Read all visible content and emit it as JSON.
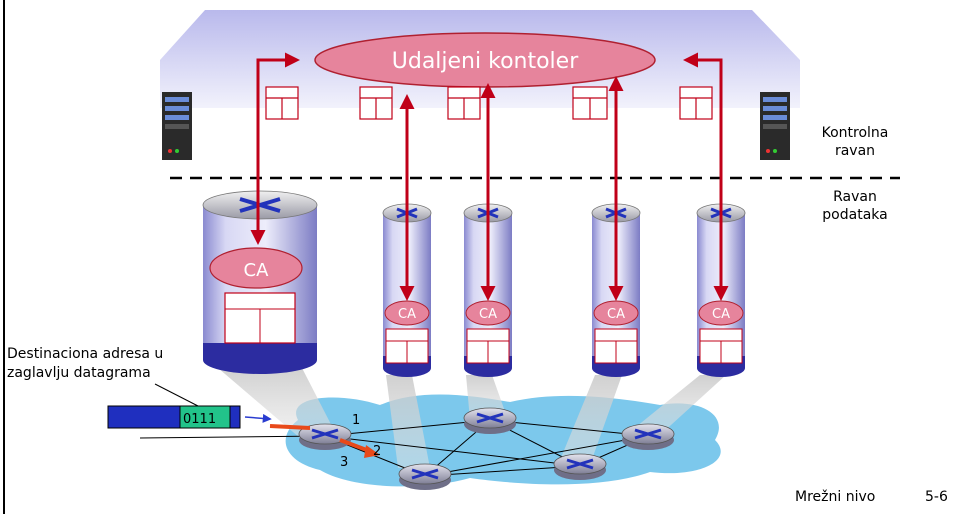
{
  "controller": {
    "label": "Udaljeni kontoler"
  },
  "labels": {
    "control_plane_line1": "Kontrolna",
    "control_plane_line2": "ravan",
    "data_plane_line1": "Ravan",
    "data_plane_line2": "podataka",
    "destination_line1": "Destinaciona adresa u",
    "destination_line2": "zaglavlju datagrama"
  },
  "packet": {
    "address": "0111"
  },
  "ca_label": "CA",
  "ports": {
    "p1": "1",
    "p2": "2",
    "p3": "3"
  },
  "footer": {
    "section": "Mrežni nivo",
    "page": "5-6"
  },
  "colors": {
    "arrow": "#c00018",
    "ellipse_fill": "#e6849c",
    "control_band": "#c7c7f0",
    "cloud": "#7cc8ec",
    "packet_body": "#1f2fbf",
    "packet_field": "#22c38a"
  }
}
